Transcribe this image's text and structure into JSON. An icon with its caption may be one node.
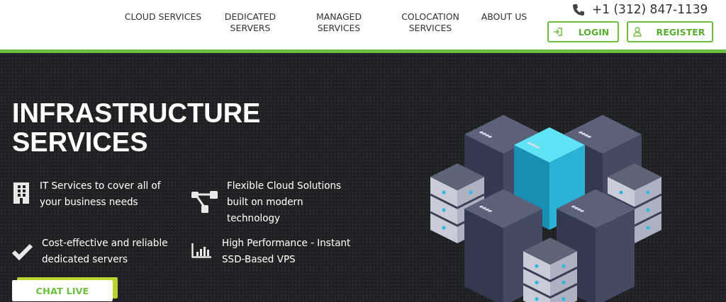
{
  "diagram": {
    "title": "INFRASTRUCTURE SERVICES",
    "nodes": [
      {
        "text": [
          "LOGIN"
        ]
      },
      {
        "text": [
          "REGISTER"
        ]
      },
      {
        "text": [
          "CHAT LIVE"
        ]
      }
    ],
    "labels": [
      "CLOUD SERVICES",
      "DEDICATED SERVERS",
      "MANAGED SERVICES",
      "COLOCATION SERVICES",
      "ABOUT US",
      "+1 (312) 847-1139",
      "IT Services to cover all of your business needs",
      "Flexible Cloud Solutions built on modern technology",
      "Cost-effective and reliable dedicated servers",
      "High Performance - Instant SSD-Based VPS"
    ]
  }
}
